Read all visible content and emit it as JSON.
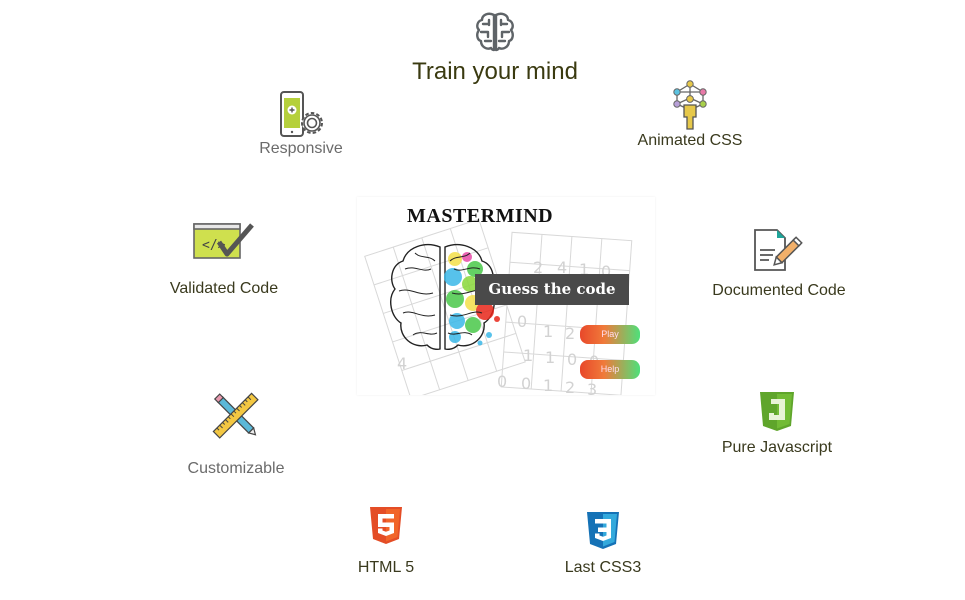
{
  "header": {
    "icon": "brain-icon",
    "title": "Train your mind"
  },
  "hero": {
    "title": "MASTERMIND",
    "subtitle": "Guess the code",
    "buttons": {
      "play": "Play",
      "help": "Help"
    },
    "background_digits": [
      "2",
      "4",
      "1",
      "0",
      "0",
      "1",
      "2",
      "1",
      "1",
      "1",
      "0",
      "0",
      "0",
      "0",
      "1",
      "2",
      "3",
      "4"
    ]
  },
  "features": [
    {
      "id": "responsive",
      "label": "Responsive",
      "icon": "responsive-phone-gear-icon"
    },
    {
      "id": "animated-css",
      "label": "Animated CSS",
      "icon": "network-person-icon"
    },
    {
      "id": "validated-code",
      "label": "Validated Code",
      "icon": "validated-code-window-icon"
    },
    {
      "id": "documented-code",
      "label": "Documented Code",
      "icon": "document-pencil-icon"
    },
    {
      "id": "customizable",
      "label": "Customizable",
      "icon": "ruler-pencil-icon"
    },
    {
      "id": "pure-javascript",
      "label": "Pure Javascript",
      "icon": "javascript-shield-icon"
    },
    {
      "id": "html5",
      "label": "HTML 5",
      "icon": "html5-shield-icon"
    },
    {
      "id": "css3",
      "label": "Last CSS3",
      "icon": "css3-shield-icon"
    }
  ],
  "colors": {
    "title_text": "#3a3a10",
    "label_text": "#3a3a1e",
    "label_grey": "#6b6b6b",
    "lime": "#c5d64a",
    "js_green": "#5fa52b",
    "html_orange": "#e44d26",
    "css_blue": "#1f7fd6",
    "button_start": "#e8482a",
    "button_end": "#4ee07a",
    "banner_bg": "#4a4a4a"
  }
}
